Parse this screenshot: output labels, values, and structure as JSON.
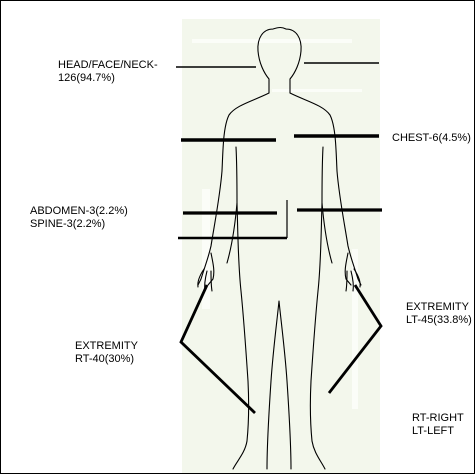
{
  "labels": {
    "head_face_neck": "HEAD/FACE/NECK-",
    "head_face_neck_value": "126(94.7%)",
    "chest": "CHEST-6(4.5%)",
    "abdomen": "ABDOMEN-3(2.2%)",
    "spine": "SPINE-3(2.2%)",
    "extremity_lt_title": "EXTREMITY",
    "extremity_lt_value": "LT-45(33.8%)",
    "extremity_rt_title": "EXTREMITY",
    "extremity_rt_value": "RT-40(30%)"
  },
  "legend": {
    "right": "RT-RIGHT",
    "left": "LT-LEFT"
  },
  "colors": {
    "background_strip": "#f3f7ec",
    "lines": "#000000"
  }
}
